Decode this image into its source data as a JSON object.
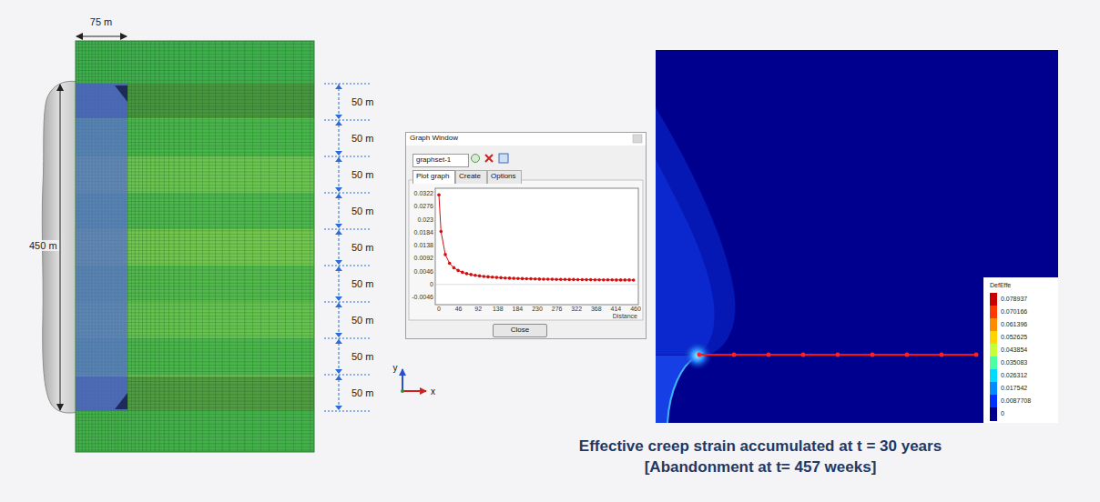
{
  "diagram": {
    "caption": "Effective creep strain accumulated at t = 30 years",
    "nodes": [
      {
        "text": [
          "Graph Window"
        ]
      },
      {
        "text": [
          "graphset-1"
        ],
        "in": 0
      },
      {
        "text": [
          "Plot graph"
        ],
        "in": 0
      },
      {
        "text": [
          "Create"
        ],
        "in": 0
      },
      {
        "text": [
          "Options"
        ],
        "in": 0
      },
      {
        "text": [
          "Close"
        ],
        "in": 0
      }
    ],
    "edges": [],
    "labels": [
      "75 m",
      "450 m",
      "50 m",
      "50 m",
      "50 m",
      "50 m",
      "50 m",
      "50 m",
      "50 m",
      "50 m",
      "50 m",
      "0.0322",
      "0.0276",
      "0.023",
      "0.0184",
      "0.0138",
      "0.0092",
      "0.0046",
      "0",
      "-0.0046",
      "0",
      "46",
      "92",
      "138",
      "184",
      "230",
      "276",
      "322",
      "368",
      "414",
      "460",
      "Distance",
      "y",
      "x",
      "DefEffe",
      "[Abandonment at t= 457 weeks]"
    ],
    "legend": [
      {
        "text": "0.078937",
        "color": "#c80000"
      },
      {
        "text": "0.070166",
        "color": "#ff3a00"
      },
      {
        "text": "0.061396",
        "color": "#ff8c00"
      },
      {
        "text": "0.052625",
        "color": "#ffd400"
      },
      {
        "text": "0.043854",
        "color": "#c4ff3a"
      },
      {
        "text": "0.035083",
        "color": "#4cffa0"
      },
      {
        "text": "0.026312",
        "color": "#00dcff"
      },
      {
        "text": "0.017542",
        "color": "#008cff"
      },
      {
        "text": "0.0087708",
        "color": "#0030ff"
      },
      {
        "text": "0",
        "color": "#00008c"
      }
    ]
  }
}
